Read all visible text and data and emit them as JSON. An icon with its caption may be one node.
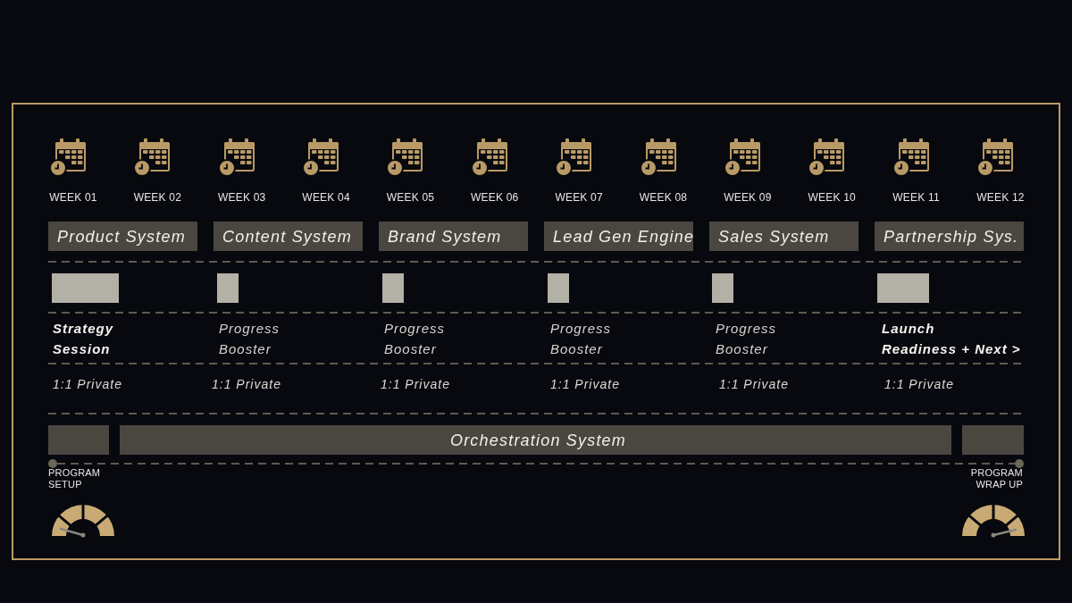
{
  "diagram": {
    "nodes": [
      {
        "text": [],
        "shape": "box"
      },
      {
        "text": [
          "Product System"
        ],
        "in": 0
      },
      {
        "text": [
          "Content System"
        ],
        "in": 0
      },
      {
        "text": [
          "Brand System"
        ],
        "in": 0
      },
      {
        "text": [
          "Lead Gen Engine"
        ],
        "in": 0
      },
      {
        "text": [
          "Sales System"
        ],
        "in": 0
      },
      {
        "text": [
          "Partnership Sys."
        ],
        "in": 0
      },
      {
        "text": [],
        "shape": "box",
        "in": 0,
        "beside": [
          "Strategy Session"
        ]
      },
      {
        "text": [],
        "shape": "box",
        "in": 0,
        "beside": [
          "Progress Booster"
        ]
      },
      {
        "text": [],
        "shape": "box",
        "in": 0,
        "beside": [
          "Progress Booster"
        ]
      },
      {
        "text": [],
        "shape": "box",
        "in": 0,
        "beside": [
          "Progress Booster"
        ]
      },
      {
        "text": [],
        "shape": "box",
        "in": 0,
        "beside": [
          "Progress Booster"
        ]
      },
      {
        "text": [],
        "shape": "box",
        "in": 0,
        "beside": [
          "Launch Readiness + Next >"
        ]
      },
      {
        "text": [],
        "shape": "box",
        "in": 0
      },
      {
        "text": [
          "Orchestration System"
        ],
        "in": 0
      },
      {
        "text": [],
        "shape": "box",
        "in": 0
      },
      {
        "text": [],
        "shape": "circle",
        "in": 0,
        "beside": [
          "PROGRAM SETUP"
        ]
      },
      {
        "text": [],
        "shape": "circle",
        "in": 0,
        "beside": [
          "PROGRAM WRAP UP"
        ]
      }
    ],
    "edges": [
      {
        "from": 16,
        "to": 17,
        "arrow": "none",
        "style": "dashed"
      }
    ],
    "labels": [
      "WEEK 01",
      "WEEK 02",
      "WEEK 03",
      "WEEK 04",
      "WEEK 05",
      "WEEK 06",
      "WEEK 07",
      "WEEK 08",
      "WEEK 09",
      "WEEK 10",
      "WEEK 11",
      "WEEK 12",
      "1:1 Private",
      "1:1 Private",
      "1:1 Private",
      "1:1 Private",
      "1:1 Private",
      "1:1 Private"
    ]
  }
}
